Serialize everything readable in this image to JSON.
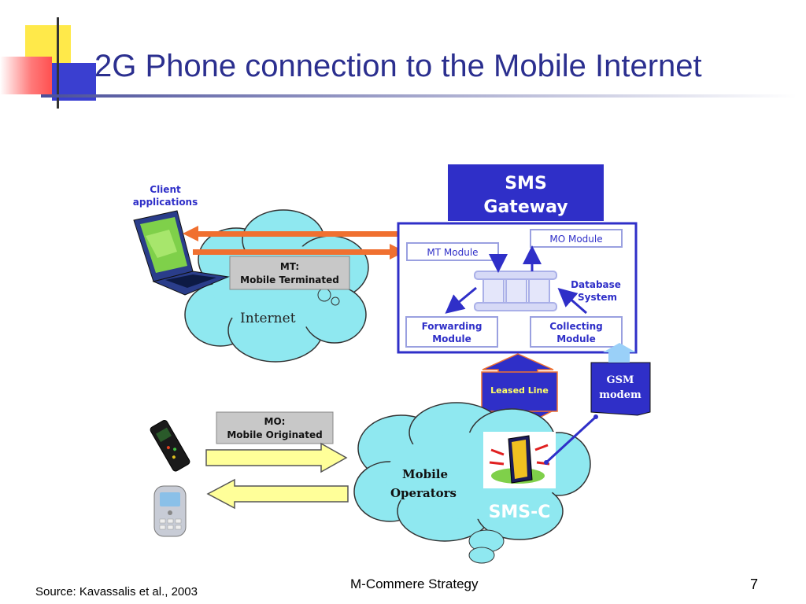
{
  "slide": {
    "title": "2G Phone connection to the Mobile Internet",
    "source": "Source: Kavassalis et al., 2003",
    "footer": "M-Commere Strategy",
    "page_number": "7"
  },
  "diagram": {
    "client_applications": [
      "Client",
      "applications"
    ],
    "internet_label": "Internet",
    "mt_label": [
      "MT:",
      "Mobile Terminated"
    ],
    "sms_gateway_title": [
      "SMS",
      "Gateway"
    ],
    "mt_module": "MT Module",
    "mo_module": "MO Module",
    "database_system": [
      "Database",
      "System"
    ],
    "forwarding_module": [
      "Forwarding",
      "Module"
    ],
    "collecting_module": [
      "Collecting",
      "Module"
    ],
    "leased_line": "Leased Line",
    "gsm_modem": [
      "GSM",
      "modem"
    ],
    "mo_label": [
      "MO:",
      "Mobile Originated"
    ],
    "mobile_operators": [
      "Mobile",
      "Operators"
    ],
    "sms_c": "SMS-C"
  },
  "colors": {
    "title": "#2b2f8f",
    "cloud": "#8fe8f0",
    "gateway_blue": "#2f2fc8",
    "orange_arrow": "#f07030",
    "yellow_arrow": "#ffff99"
  }
}
